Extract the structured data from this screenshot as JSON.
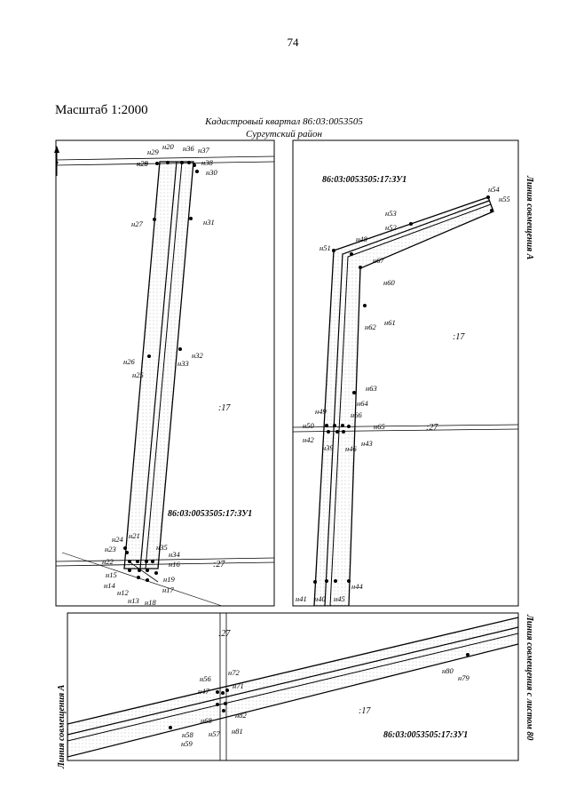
{
  "page_number": "74",
  "scale": "Масштаб 1:2000",
  "title": {
    "quarter": "Кадастровый квартал 86:03:0053505",
    "district": "Сургутский район"
  },
  "north_arrow": "N",
  "side_labels": {
    "align_a_top": "Линия совмещения А",
    "align_a_bottom": "Линия совмещения А",
    "align_sheet_80": "Линия совмещения с листом 80"
  },
  "panel_left": {
    "parcel": "86:03:0053505:17:ЗУ1",
    "area_label": ":17",
    "line_label": ":27",
    "points": [
      "н12",
      "н13",
      "н14",
      "н15",
      "н16",
      "н17",
      "н18",
      "н19",
      "н20",
      "н21",
      "н22",
      "н23",
      "н24",
      "н25",
      "н26",
      "н27",
      "н28",
      "н29",
      "н30",
      "н31",
      "н32",
      "н33",
      "н34",
      "н35",
      "н36",
      "н37",
      "н38"
    ]
  },
  "panel_right": {
    "parcel": "86:03:0053505:17:ЗУ1",
    "area_label": ":17",
    "line_label": ":27",
    "points": [
      "н39",
      "н40",
      "н41",
      "н42",
      "н43",
      "н44",
      "н45",
      "н46",
      "н48",
      "н49",
      "н50",
      "н51",
      "н52",
      "н53",
      "н54",
      "н55",
      "н60",
      "н61",
      "н62",
      "н63",
      "н64",
      "н65",
      "н66",
      "н67"
    ]
  },
  "panel_bottom": {
    "parcel": "86:03:0053505:17:ЗУ1",
    "area_label": ":17",
    "line_label": ":27",
    "points": [
      "н47",
      "н56",
      "н57",
      "н58",
      "н59",
      "н68",
      "н71",
      "н72",
      "н79",
      "н80",
      "н81",
      "н82"
    ]
  },
  "colors": {
    "ink": "#000000",
    "hatch": "#a8a8a8",
    "paper": "#ffffff"
  }
}
